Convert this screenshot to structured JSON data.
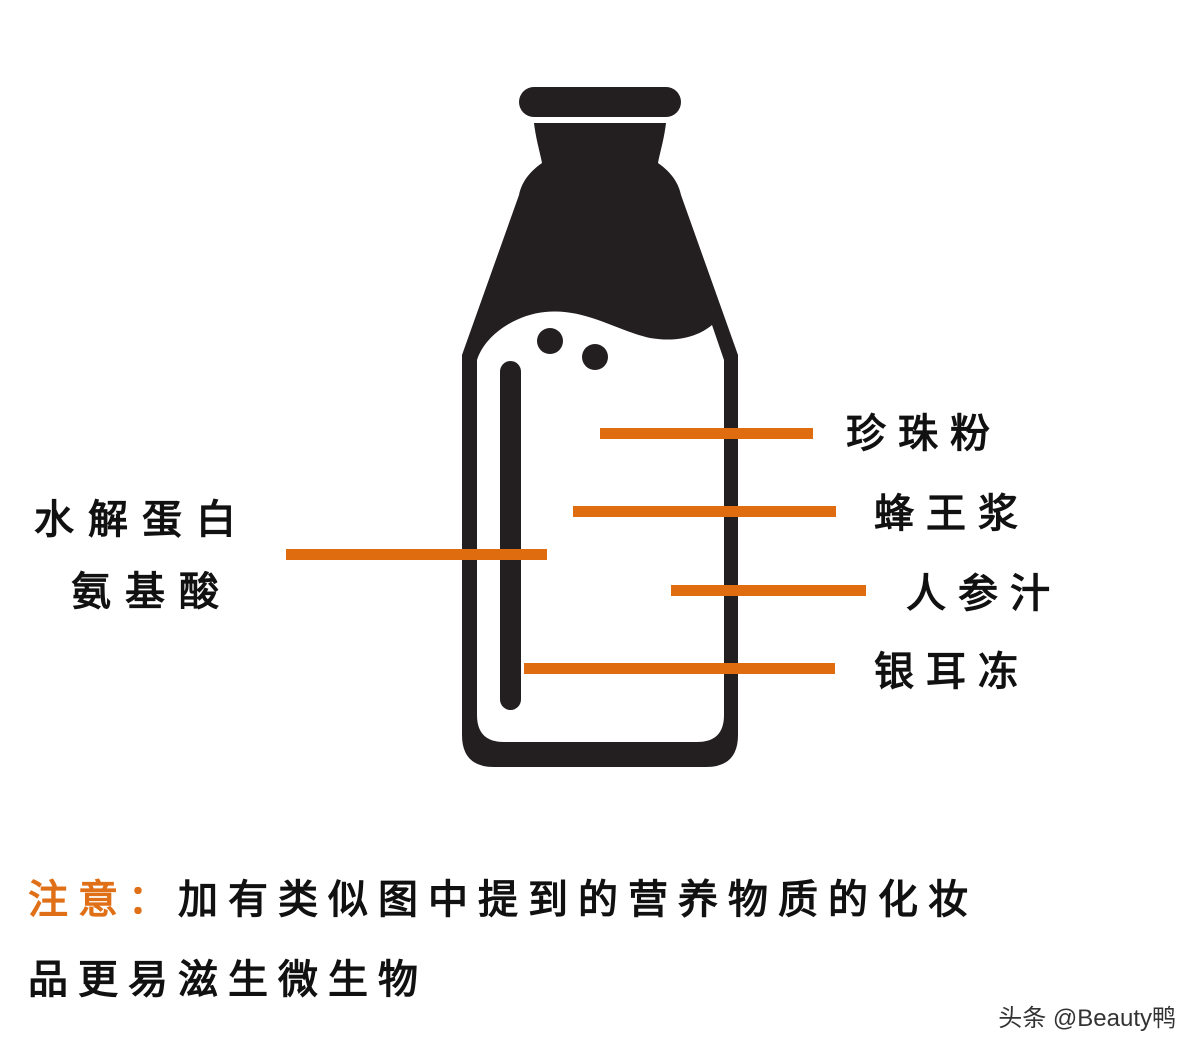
{
  "colors": {
    "bottle": "#231f20",
    "accent_line": "#e06c10",
    "note_prefix": "#e07017",
    "text": "#111111",
    "background": "#ffffff"
  },
  "diagram": {
    "subject_icon": "milk-bottle-icon",
    "left_label": {
      "line1": "水解蛋白",
      "line2": "氨基酸"
    },
    "right_labels": [
      {
        "text": "珍珠粉"
      },
      {
        "text": "蜂王浆"
      },
      {
        "text": "人参汁"
      },
      {
        "text": "银耳冻"
      }
    ]
  },
  "note": {
    "prefix": "注意：",
    "line1": "加有类似图中提到的营养物质的化妆",
    "line2": "品更易滋生微生物"
  },
  "watermark": {
    "text": "头条 @Beauty鸭"
  }
}
